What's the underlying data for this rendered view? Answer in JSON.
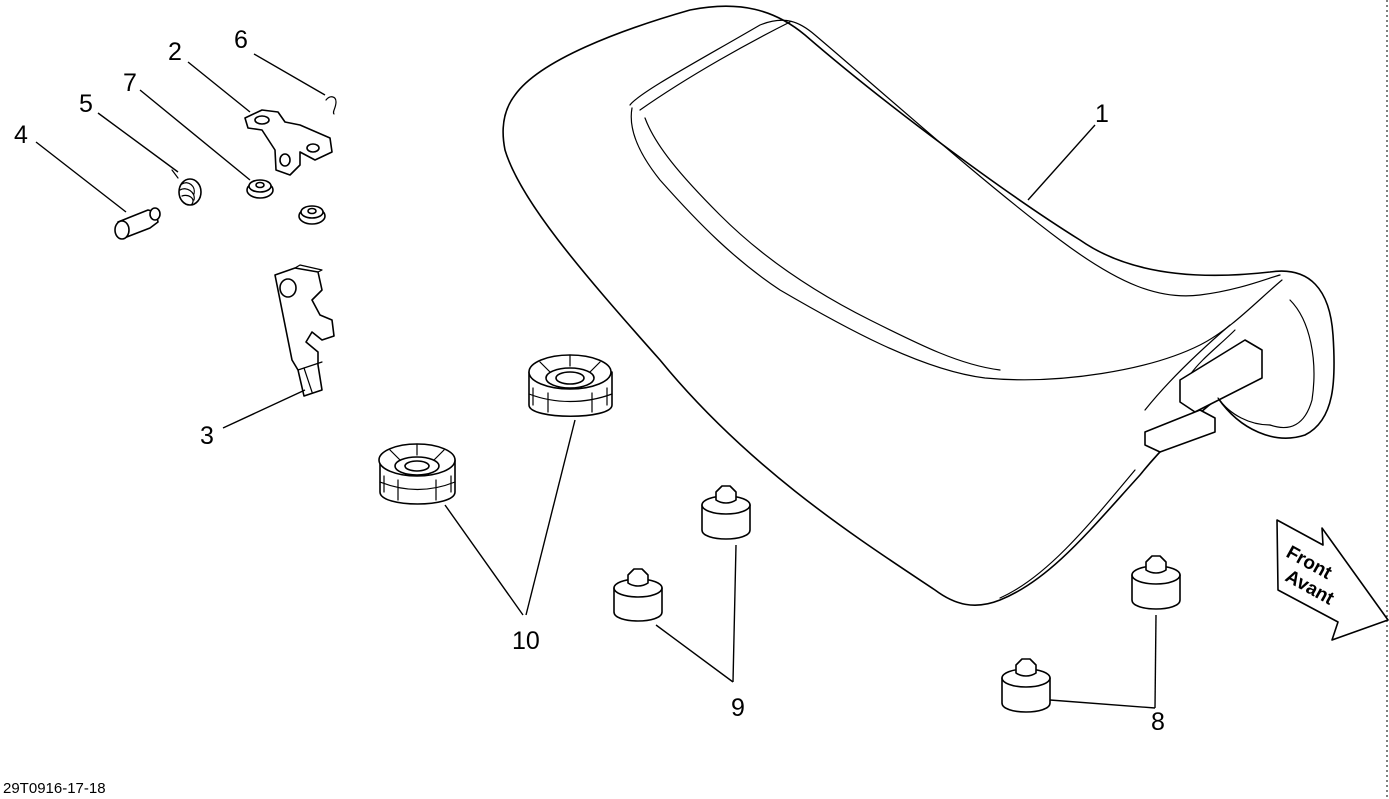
{
  "diagram": {
    "labels": {
      "p1": "1",
      "p2": "2",
      "p3": "3",
      "p4": "4",
      "p5": "5",
      "p6": "6",
      "p7": "7",
      "p8": "8",
      "p9": "9",
      "p10": "10"
    },
    "front_arrow": {
      "line1": "Front",
      "line2": "Avant"
    },
    "drawing_code": "29T0916-17-18"
  }
}
